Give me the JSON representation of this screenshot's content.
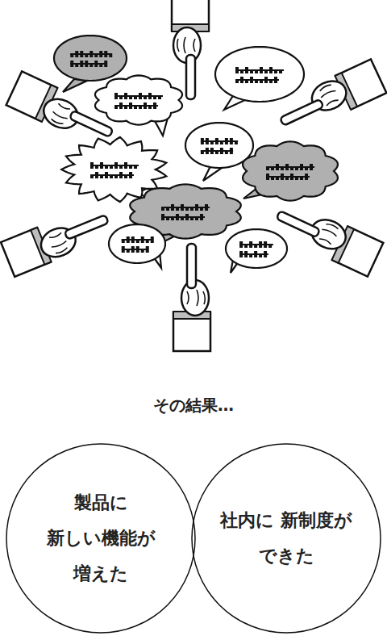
{
  "diagram": {
    "nodes": [
      {
        "text": [
          "製品に 新しい機能が 増えた"
        ]
      },
      {
        "text": [
          "社内に 新制度が できた"
        ]
      }
    ],
    "labels": [
      "その結果…"
    ]
  }
}
